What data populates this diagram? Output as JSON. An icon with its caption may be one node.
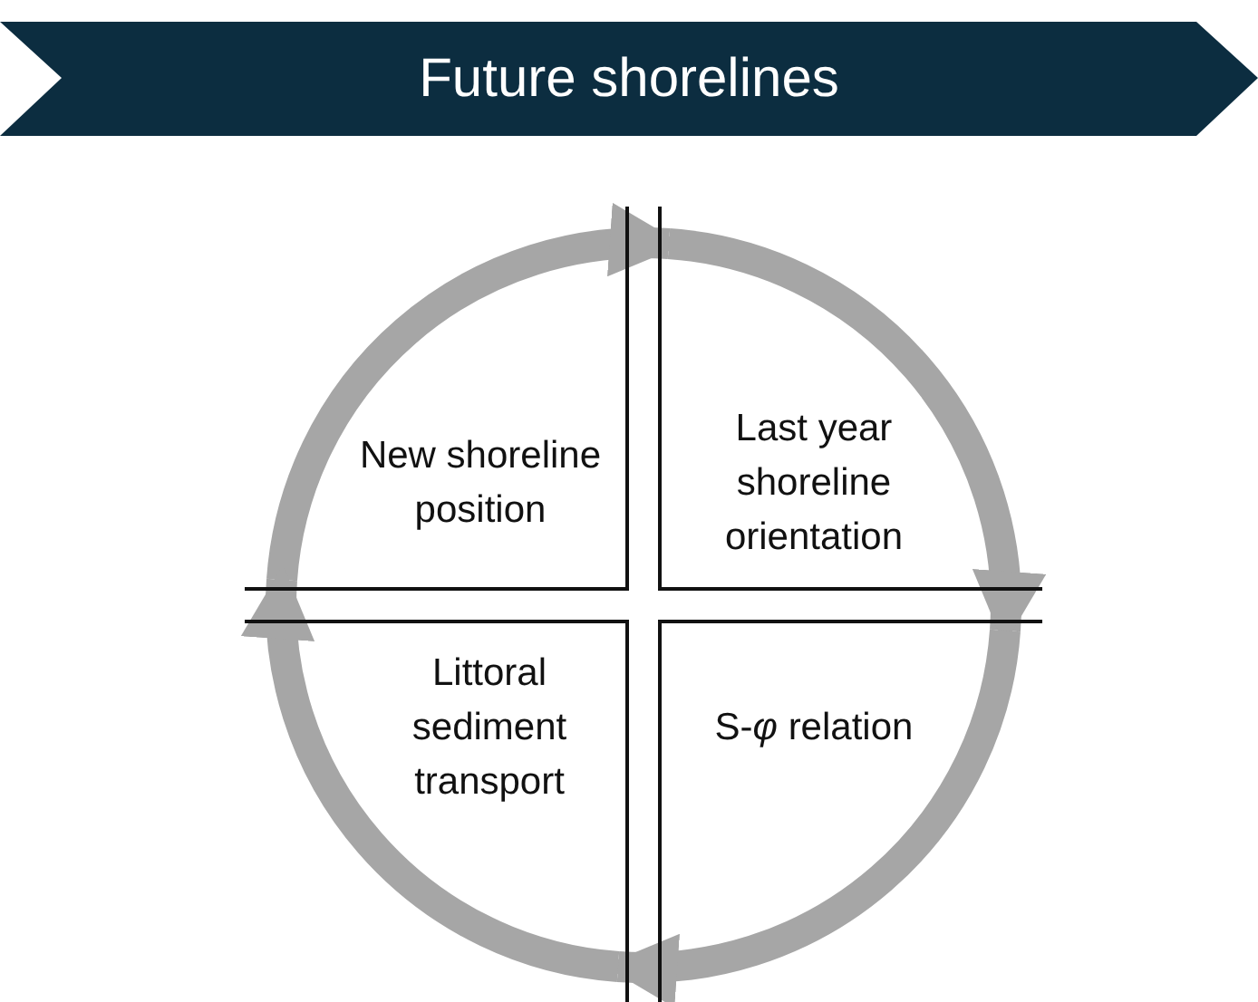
{
  "diagram": {
    "title": "Future shorelines",
    "nodes": [
      {
        "text": [
          "New shoreline position"
        ]
      },
      {
        "text": [
          "Last year shoreline orientation"
        ]
      },
      {
        "text": [
          "S-*φ* relation"
        ]
      },
      {
        "text": [
          "Littoral sediment transport"
        ]
      }
    ],
    "edges": [
      {
        "from": 0,
        "to": 1,
        "arrow": "to"
      },
      {
        "from": 1,
        "to": 2,
        "arrow": "to"
      },
      {
        "from": 2,
        "to": 3,
        "arrow": "to"
      },
      {
        "from": 3,
        "to": 0,
        "arrow": "to"
      }
    ]
  }
}
